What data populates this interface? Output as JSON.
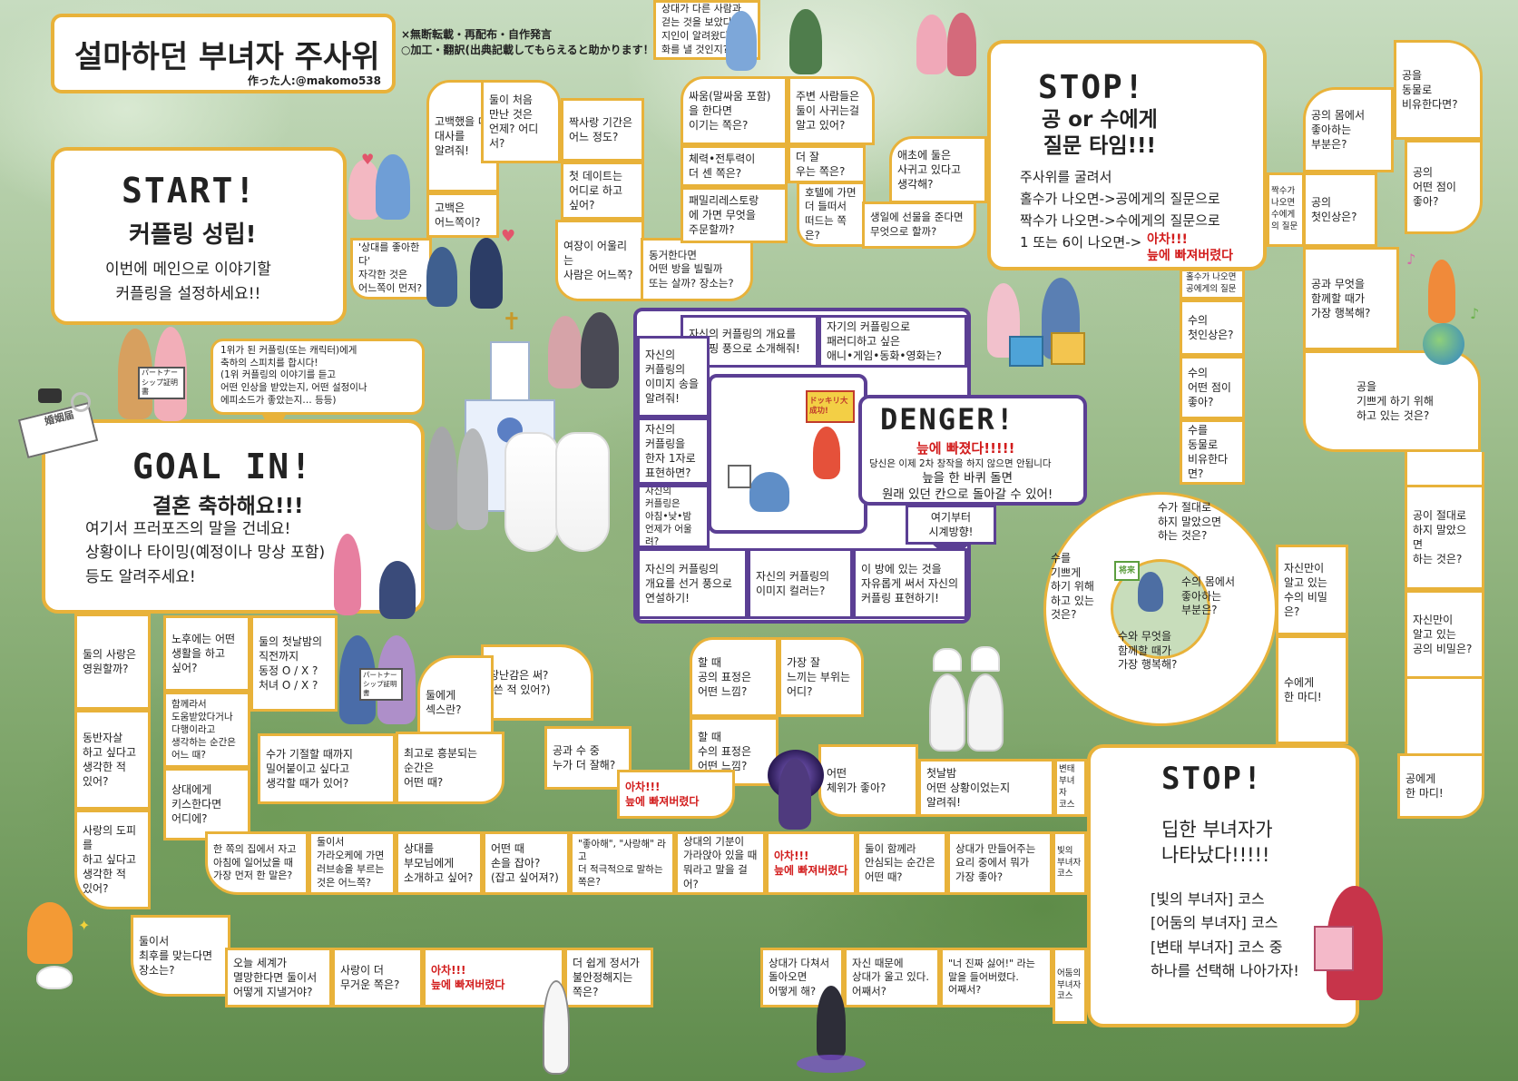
{
  "title": "설마하던 부녀자 주사위",
  "author": "作った人:@makomo538",
  "notice": "×無断転載・再配布・自作発言\n○加工・翻訳(出典記載してもらえると助かります！)",
  "start": {
    "heading": "START!",
    "sub": "커플링 성립!",
    "body": "이번에 메인으로 이야기할\n커플링을 설정하세요!!"
  },
  "goal": {
    "heading": "GOAL IN!",
    "sub": "결혼 축하해요!!!",
    "body": "여기서 프러포즈의 말을 건네요!\n상황이나 타이밍(예정이나 망상 포함)\n등도 알려주세요!"
  },
  "speech": "1위가 된 커플링(또는 캐릭터)에게\n축하의 스피치를 합시다!\n(1위 커플링의 이야기를 듣고\n어떤 인상을 받았는지, 어떤 설정이나\n에피소드가 좋았는지… 등등)",
  "stop1": {
    "heading": "STOP!",
    "sub": "공 or 수에게\n질문 타임!!!",
    "lines": [
      "주사위를 굴려서",
      "홀수가 나오면->공에게의 질문으로",
      "짝수가 나오면->수에게의 질문으로",
      "1 또는 6이 나오면->"
    ],
    "red": "아차!!!\n늪에 빠져버렸다"
  },
  "stop2": {
    "heading": "STOP!",
    "sub": "딥한 부녀자가\n나타났다!!!!!",
    "body": "[빛의 부녀자] 코스\n[어둠의 부녀자] 코스\n[변태 부녀자] 코스 중\n하나를 선택해 나아가자!"
  },
  "danger": {
    "heading": "DENGER!",
    "red": "늪에 빠졌다!!!!!",
    "note": "당신은 이제 2차 창작을 하지 않으면 안됩니다",
    "body": "늪을 한 바퀴 돌면\n원래 있던 칸으로 돌아갈 수 있어!",
    "arrow": "여기부터\n시계방향!"
  },
  "pictures": {
    "certificate": "婚姻届",
    "partner": "パートナーシップ証明書",
    "dokkiri": "ドッキリ大成功!",
    "future": "将来"
  },
  "cells": {
    "c01": "'상대를 좋아한다'\n자각한 것은\n어느쪽이 먼저?",
    "c02": "고백은\n어느쪽이?",
    "c03": "고백했을 때\n대사를\n알려줘!",
    "c04": "둘이 처음\n만난 것은\n언제? 어디서?",
    "c05": "짝사랑 기간은\n어느 정도?",
    "c06": "첫 데이트는\n어디로 하고\n싶어?",
    "c07": "여장이 어울리는\n사람은 어느쪽?",
    "c08": "동거한다면\n어떤 방을 빌릴까\n또는 살까? 장소는?",
    "c09": "패밀리레스토랑\n에 가면 무엇을\n주문할까?",
    "c10": "체력•전투력이\n더 센 쪽은?",
    "c11": "싸움(말싸움 포함)\n을 한다면\n이기는 쪽은?",
    "c12": "주변 사람들은\n둘이 사귀는걸\n알고 있어?",
    "c13": "더 잘\n우는 쪽은?",
    "c14": "호텔에 가면\n더 들떠서\n떠드는 쪽은?",
    "c15": "생일에 선물을 준다면\n무엇으로 할까?",
    "c16": "애초에 둘은\n사귀고 있다고\n생각해?",
    "s01": "홀수가 나오면\n공에게의 질문",
    "s02": "수의\n첫인상은?",
    "s03": "수의\n어떤 점이\n좋아?",
    "s04": "수를\n동물로\n비유한다면?",
    "s05": "짝수가 나오면 수에게의 질문",
    "s06": "공의\n첫인상은?",
    "s07": "공의 몸에서\n좋아하는\n부분은?",
    "s08": "공을\n동물로\n비유한다면?",
    "s09": "공의\n어떤 점이\n좋아?",
    "s10": "공과 무엇을\n함께할 때가\n가장 행복해?",
    "s11": "공을\n기쁘게 하기 위해\n하고 있는 것은?",
    "s12": "공이 절대로\n하지 말았으면\n하는 것은?",
    "s13": "자신만이\n알고 있는\n공의 비밀은?",
    "s14": "공에게\n한 마디!",
    "s15": "수가 절대로\n하지 말았으면\n하는 것은?",
    "s16": "수를\n기쁘게\n하기 위해\n하고 있는\n것은?",
    "s17": "수의 몸에서\n좋아하는\n부분은?",
    "s18": "수와 무엇을\n함께할 때가\n가장 행복해?",
    "s19": "자신만이\n알고 있는\n수의 비밀은?",
    "s20": "수에게\n한 마디!",
    "d01": "자신의 커플링의 개요를\n홈쇼핑 풍으로 소개해줘!",
    "d02": "자기의 커플링으로\n패러디하고 싶은\n애니•게임•동화•영화는?",
    "d03": "자신의\n커플링의\n이미지 송을\n알려줘!",
    "d04": "자신의\n커플링을\n한자 1자로\n표현하면?",
    "d05": "자신의\n커플링은\n아침•낮•밤\n언제가 어울려?",
    "d06": "자신의 커플링의\n개요를 선거 풍으로\n연설하기!",
    "d07": "자신의 커플링의\n이미지 컬러는?",
    "d08": "이 방에 있는 것을\n자유롭게 써서 자신의\n커플링 표현하기!",
    "m01": "할 때\n공의 표정은\n어떤 느낌?",
    "m02": "가장 잘\n느끼는 부위는\n어디?",
    "m03": "할 때\n수의 표정은\n어떤 느낌?",
    "m04": "어떤\n체위가 좋아?",
    "m05": "첫날밤\n어떤 상황이었는지\n알려줘!",
    "m06": "공과 수 중\n누가 더 잘해?",
    "m07": "장난감은 써?\n(쓴 적 있어?)",
    "m08": "둘에게\n섹스란?",
    "m09": "최고로 흥분되는\n순간은\n어떤 때?",
    "m10": "수가 기절할 때까지\n밀어붙이고 싶다고\n생각할 때가 있어?",
    "m11": "둘의 첫날밤의\n직전까지\n동정 O / X ?\n처녀 O / X ?",
    "m12": "노후에는 어떤\n생활을 하고\n싶어?",
    "m13": "함께라서\n도움받았다거나\n다행이라고\n생각하는 순간은\n어느 때?",
    "m14": "상대에게\n키스한다면\n어디에?",
    "l01": "둘의 사랑은\n영원할까?",
    "l02": "동반자살\n하고 싶다고\n생각한 적\n있어?",
    "l03": "사랑의 도피를\n하고 싶다고\n생각한 적\n있어?",
    "l04": "둘이서\n최후를 맞는다면\n장소는?",
    "r1a": "한 쪽의 집에서 자고\n아침에 일어났을 때\n가장 먼저 한 말은?",
    "r1b": "둘이서\n가라오케에 가면\n러브송을 부르는\n것은 어느쪽?",
    "r1c": "상대를\n부모님에게\n소개하고 싶어?",
    "r1d": "어떤 때\n손을 잡아?\n(잡고 싶어져?)",
    "r1e": "\"좋아해\", \"사랑해\" 라고\n더 적극적으로 말하는\n쪽은?",
    "r1f": "상대의 기분이\n가라앉아 있을 때\n뭐라고 말을 걸어?",
    "r1g": "둘이 함께라\n안심되는 순간은\n어떤 때?",
    "r1h": "상대가 만들어주는\n요리 중에서 뭐가\n가장 좋아?",
    "r2a": "오늘 세계가\n멸망한다면 둘이서\n어떻게 지낼거야?",
    "r2b": "사랑이 더\n무거운 쪽은?",
    "r2c": "더 쉽게 정서가\n불안정해지는\n쪽은?",
    "r2d": "상대가 다른 사람과\n걷는 것을 보았다고\n지인이 알려왔다.\n화를 낼 것인지?",
    "r2e": "상대가 다쳐서\n돌아오면\n어떻게 해?",
    "r2f": "자신 때문에\n상대가 울고 있다.\n어째서?",
    "r2g": "\"너 진짜 싫어!\" 라는\n말을 들어버렸다.\n어째서?",
    "cs1": "변태\n부녀자\n코스",
    "cs2": "빛의\n부녀자\n코스",
    "cs3": "어둠의\n부녀자\n코스",
    "acha": "아차!!!\n늪에 빠져버렸다"
  },
  "colors": {
    "track": "#e8b23a",
    "danger": "#5b3f94",
    "alert": "#d21c1c"
  }
}
